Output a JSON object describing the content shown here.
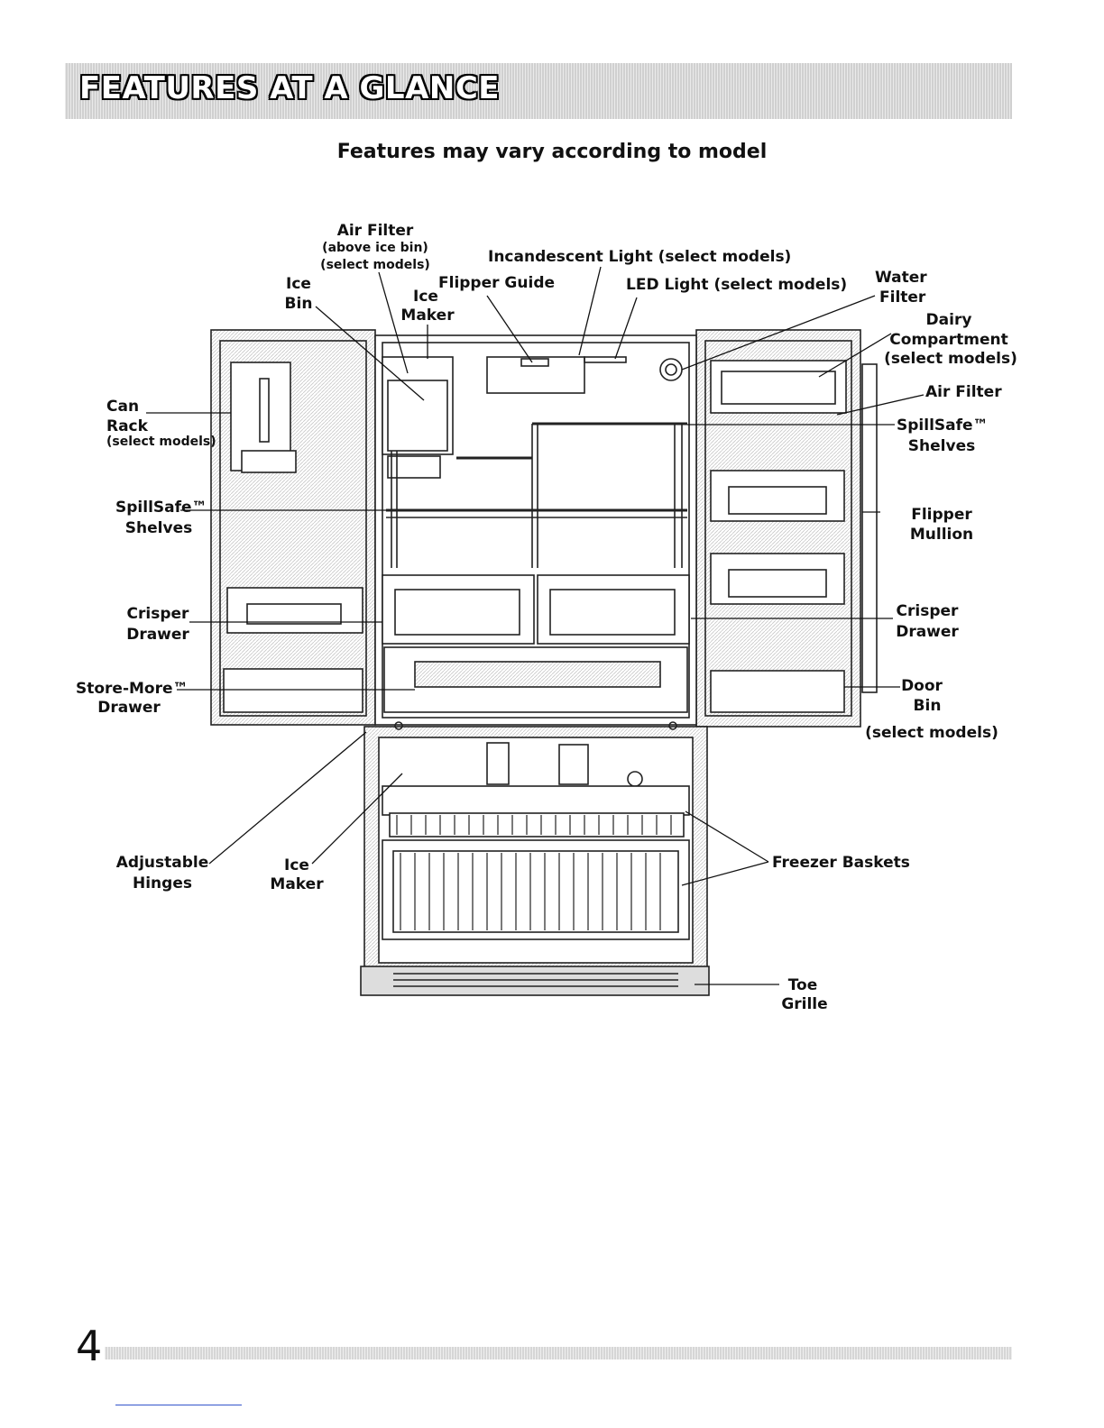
{
  "header": {
    "title": "FEATURES AT A GLANCE"
  },
  "subtitle": "Features may vary according to model",
  "labels": {
    "air_filter_top": "Air Filter",
    "above_ice_bin": "(above ice bin)",
    "select_models": "(select models)",
    "incandescent_light": "Incandescent Light (select models)",
    "ice_bin_1": "Ice",
    "ice_bin_2": "Bin",
    "ice_maker_1": "Ice",
    "ice_maker_2": "Maker",
    "flipper_guide": "Flipper Guide",
    "led_light": "LED Light (select models)",
    "water_filter_1": "Water",
    "water_filter_2": "Filter",
    "dairy_1": "Dairy",
    "dairy_2": "Compartment",
    "dairy_3": "(select models)",
    "air_filter_right": "Air Filter",
    "spillsafe_right": "SpillSafe™",
    "shelves": "Shelves",
    "can_rack_1": "Can",
    "can_rack_2": "Rack",
    "spillsafe_left": "SpillSafe™",
    "flipper_mullion_1": "Flipper",
    "flipper_mullion_2": "Mullion",
    "crisper_1": "Crisper",
    "crisper_2": "Drawer",
    "store_more_1": "Store-More™",
    "store_more_2": "Drawer",
    "door_bin_1": "Door",
    "door_bin_2": "Bin",
    "adjustable_1": "Adjustable",
    "adjustable_2": "Hinges",
    "freezer_ice_1": "Ice",
    "freezer_ice_2": "Maker",
    "freezer_baskets": "Freezer Baskets",
    "toe_1": "Toe",
    "toe_2": "Grille"
  },
  "page_number": "4"
}
